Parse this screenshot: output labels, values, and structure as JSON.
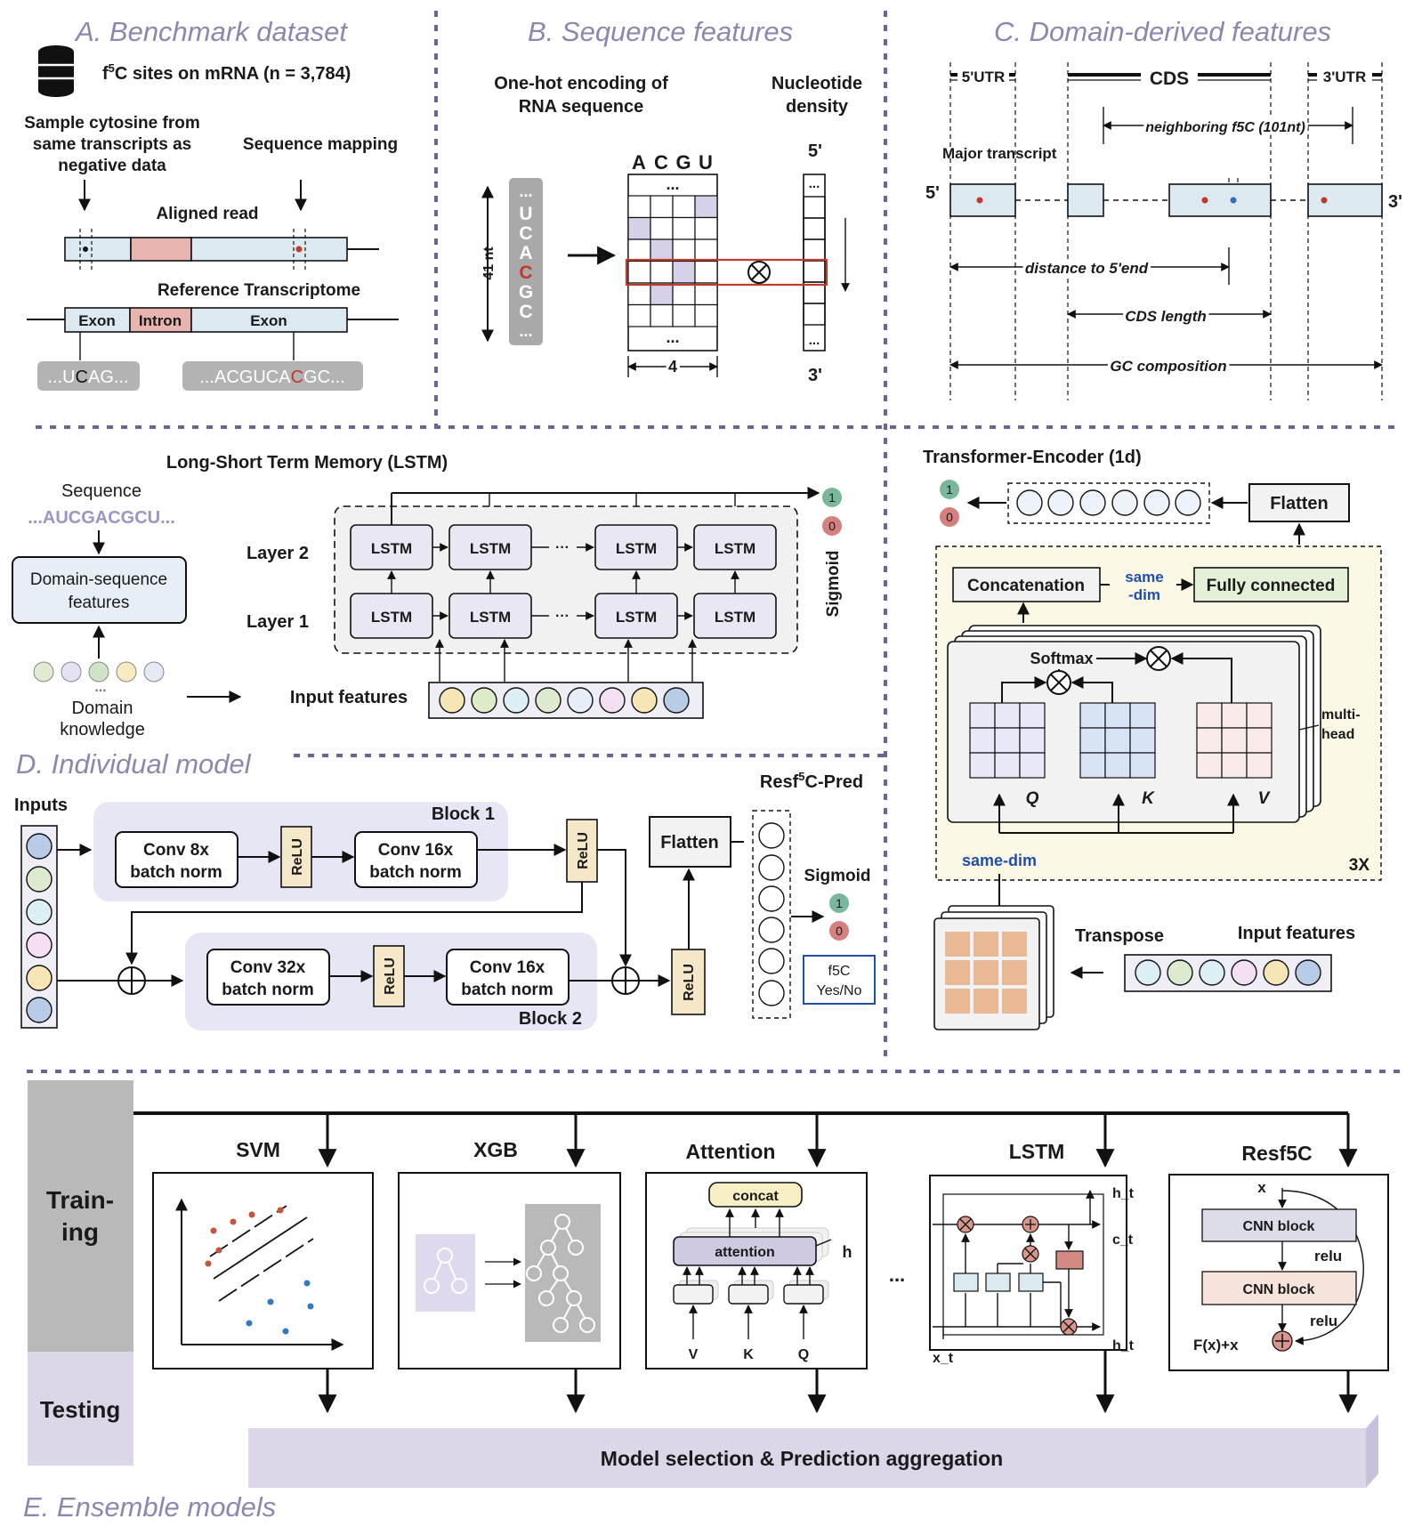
{
  "sections": {
    "a": "A. Benchmark dataset",
    "b": "B. Sequence features",
    "c": "C. Domain-derived features",
    "d": "D. Individual model",
    "e": "E. Ensemble models"
  },
  "panel_a": {
    "count_prefix": "f",
    "count_sup": "5",
    "count_rest": "C sites on mRNA (n = 3,784)",
    "neg_line1": "Sample cytosine from",
    "neg_line2": "same transcripts as",
    "neg_line3": "negative data",
    "seq_mapping": "Sequence mapping",
    "aligned_read": "Aligned read",
    "reference": "Reference Transcriptome",
    "exon1": "Exon",
    "intron": "Intron",
    "exon2": "Exon",
    "seq1_a": "...U",
    "seq1_c": "C",
    "seq1_b": "AG...",
    "seq2_a": "...ACGUCA",
    "seq2_c": "C",
    "seq2_b": "GC..."
  },
  "panel_b": {
    "onehot1": "One-hot encoding of",
    "onehot2": "RNA sequence",
    "density1": "Nucleotide",
    "density2": "density",
    "seq_dots_top": "...",
    "seq_letters": [
      "U",
      "C",
      "A",
      "C",
      "G",
      "C"
    ],
    "seq_dots_bottom": "...",
    "nt_label": "41 nt",
    "columns": [
      "A",
      "C",
      "G",
      "U"
    ],
    "dots": "...",
    "width_label": "4",
    "five_prime": "5'",
    "three_prime": "3'"
  },
  "panel_c": {
    "utr5": "5'UTR",
    "cds": "CDS",
    "utr3": "3'UTR",
    "neighboring": "neighboring f5C (101nt)",
    "major": "Major transcript",
    "five_prime": "5'",
    "three_prime": "3'",
    "distance": "distance to 5'end",
    "cds_length": "CDS length",
    "gc": "GC composition"
  },
  "panel_lstm": {
    "title": "Long-Short Term Memory (LSTM)",
    "sequence": "Sequence",
    "sequence_value": "...AUCGACGCU...",
    "domain_seq1": "Domain-sequence",
    "domain_seq2": "features",
    "dots": "...",
    "domain1": "Domain",
    "domain2": "knowledge",
    "layer2": "Layer 2",
    "layer1": "Layer 1",
    "cell": "LSTM",
    "input_features": "Input features",
    "sigmoid": "Sigmoid",
    "one": "1",
    "zero": "0"
  },
  "panel_resnet": {
    "inputs": "Inputs",
    "block1": "Block 1",
    "block2": "Block 2",
    "conv8a": "Conv 8x",
    "conv8b": "batch norm",
    "conv16a": "Conv 16x",
    "conv16b": "batch norm",
    "conv32a": "Conv 32x",
    "conv32b": "batch norm",
    "relu": "ReLU",
    "flatten": "Flatten",
    "pred_a": "Resf",
    "pred_sup": "5",
    "pred_b": "C-Pred",
    "sigmoid": "Sigmoid",
    "one": "1",
    "zero": "0",
    "out1": "f5C",
    "out2": "Yes/No"
  },
  "panel_transformer": {
    "title": "Transformer-Encoder (1d)",
    "flatten": "Flatten",
    "concat": "Concatenation",
    "same_dim_1": "same",
    "same_dim_2": "-dim",
    "fully": "Fully connected",
    "softmax": "Softmax",
    "q": "Q",
    "k": "K",
    "v": "V",
    "multi1": "multi-",
    "multi2": "head",
    "same_dim_bottom": "same-dim",
    "x3": "3X",
    "transpose": "Transpose",
    "input_features": "Input features",
    "one": "1",
    "zero": "0"
  },
  "panel_e": {
    "training1": "Train-",
    "training2": "ing",
    "testing": "Testing",
    "svm": "SVM",
    "xgb": "XGB",
    "attention": "Attention",
    "lstm": "LSTM",
    "resf5c": "Resf5C",
    "concat": "concat",
    "att": "attention",
    "h": "h",
    "v": "V",
    "k": "K",
    "q": "Q",
    "dots": "...",
    "ht_top": "h_t",
    "ct": "c_t",
    "xt": "x_t",
    "ht_bot": "h_t",
    "x": "x",
    "cnn1": "CNN block",
    "relu1": "relu",
    "cnn2": "CNN block",
    "fx": "F(x)+x",
    "relu2": "relu",
    "aggregation": "Model selection & Prediction aggregation"
  },
  "colors": {
    "section_title": "#8e86b0",
    "divider": "#6f6293",
    "red_site": "#c0392b",
    "blue_site": "#2f6db5",
    "same_dim": "#1f4fa8",
    "lstm_cell": "#e9e7f1",
    "block_bg": "#e6e6f4",
    "relu_fill": "#f4e8c8",
    "encoder_bg": "#fbf8e6"
  }
}
